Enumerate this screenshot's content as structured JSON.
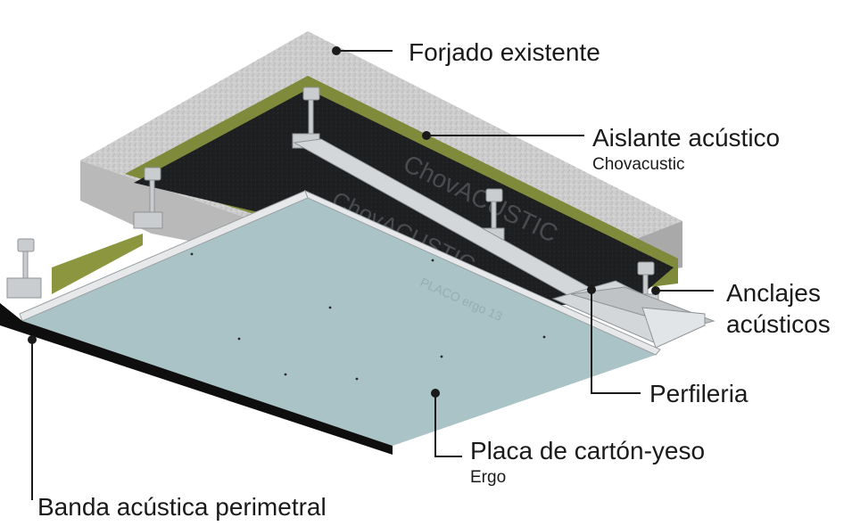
{
  "labels": {
    "forjado": {
      "title": "Forjado existente"
    },
    "aislante": {
      "title": "Aislante acústico",
      "subtitle": "Chovacustic"
    },
    "anclajes": {
      "title_line1": "Anclajes",
      "title_line2": "acústicos"
    },
    "perfileria": {
      "title": "Perfileria"
    },
    "placa": {
      "title": "Placa de cartón-yeso",
      "subtitle": "Ergo"
    },
    "banda": {
      "title": "Banda acústica perimetral"
    }
  },
  "printed_marks": {
    "insulation_brand_1": "ChovACUSTIC",
    "insulation_brand_2": "ChovACUSTIC",
    "board_brand": "PLACO ergo 13"
  },
  "colors": {
    "slab": "#cfcfcf",
    "slab_side": "#a9a9a9",
    "insulation_green": "#7f8a3a",
    "acoustic_black": "#1c1c1e",
    "board": "#a9c3c6",
    "board_edge": "#8fa9ac",
    "profile": "#d4d7d9",
    "leader_line": "#1a1a1a",
    "text": "#1a1a1a"
  }
}
